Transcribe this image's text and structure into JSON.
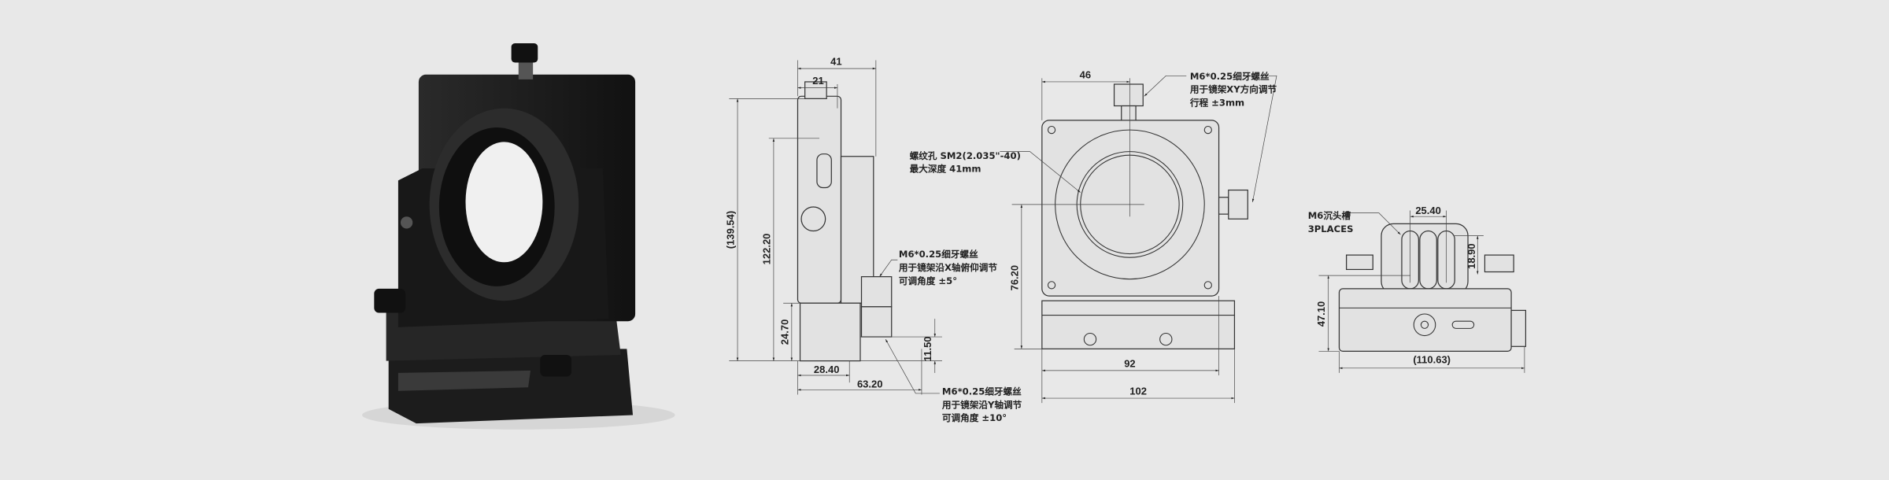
{
  "side_view": {
    "dims": {
      "total_depth": "41",
      "knob_offset": "21",
      "total_height": "(139.54)",
      "center_height": "122.20",
      "base_height": "24.70",
      "base_offset": "28.40",
      "base_depth": "63.20",
      "screw_height": "11.50"
    },
    "note_x_axis": [
      "M6*0.25细牙螺丝",
      "用于镜架沿X轴俯仰调节",
      "可调角度 ±5°"
    ],
    "note_y_axis": [
      "M6*0.25细牙螺丝",
      "用于镜架沿Y轴调节",
      "可调角度 ±10°"
    ]
  },
  "front_view": {
    "dims": {
      "center_x": "46",
      "center_height": "76.20",
      "plate_width": "92",
      "base_width": "102"
    },
    "note_thread": [
      "螺纹孔 SM2(2.035\"-40)",
      "最大深度 41mm"
    ],
    "note_xy": [
      "M6*0.25细牙螺丝",
      "用于镜架XY方向调节",
      "行程 ±3mm"
    ]
  },
  "top_view": {
    "dims": {
      "slot_pitch": "25.40",
      "slot_offset": "18.90",
      "height": "47.10",
      "total_width": "(110.63)"
    },
    "note_slots": [
      "M6沉头槽",
      "3PLACES"
    ]
  }
}
